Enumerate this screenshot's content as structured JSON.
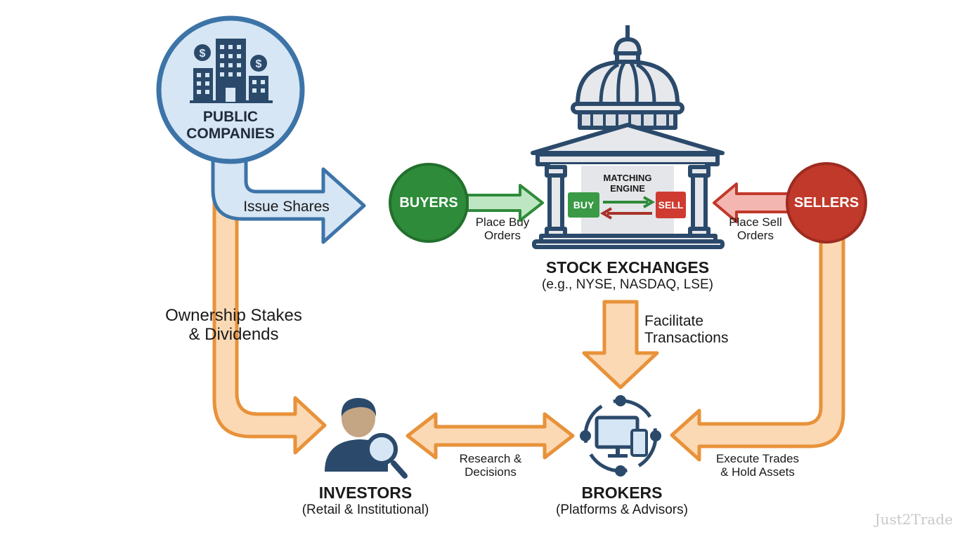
{
  "title": "Stock Market Ecosystem",
  "colors": {
    "navy": "#2b4a6b",
    "companies_fill": "#d7e6f4",
    "companies_stroke": "#3d74a8",
    "buyers": "#2e8b3a",
    "sellers": "#c0392b",
    "orange_stroke": "#e8923a",
    "orange_fill": "#fbd9b4",
    "green_arrow_fill": "#bfe6c3",
    "red_arrow_fill": "#f4b6b0"
  },
  "nodes": {
    "public_companies": {
      "line1": "PUBLIC",
      "line2": "COMPANIES",
      "icon": "office-buildings-dollar-icon"
    },
    "buyers": {
      "label": "BUYERS"
    },
    "sellers": {
      "label": "SELLERS"
    },
    "stock_exchanges": {
      "title": "STOCK EXCHANGES",
      "subtitle": "(e.g., NYSE, NASDAQ, LSE)",
      "icon": "exchange-building-icon",
      "engine_line1": "MATCHING",
      "engine_line2": "ENGINE",
      "buy_tag": "BUY",
      "sell_tag": "SELL"
    },
    "investors": {
      "title": "INVESTORS",
      "subtitle": "(Retail & Institutional)",
      "icon": "investor-magnifier-icon"
    },
    "brokers": {
      "title": "BROKERS",
      "subtitle": "(Platforms & Advisors)",
      "icon": "broker-devices-icon"
    }
  },
  "flows": {
    "issue_shares": "Issue Shares",
    "place_buy_1": "Place Buy",
    "place_buy_2": "Orders",
    "place_sell_1": "Place Sell",
    "place_sell_2": "Orders",
    "ownership_1": "Ownership Stakes",
    "ownership_2": "& Dividends",
    "facilitate_1": "Facilitate",
    "facilitate_2": "Transactions",
    "research_1": "Research &",
    "research_2": "Decisions",
    "execute_1": "Execute Trades",
    "execute_2": "& Hold Assets"
  },
  "watermark": "Just2Trade"
}
